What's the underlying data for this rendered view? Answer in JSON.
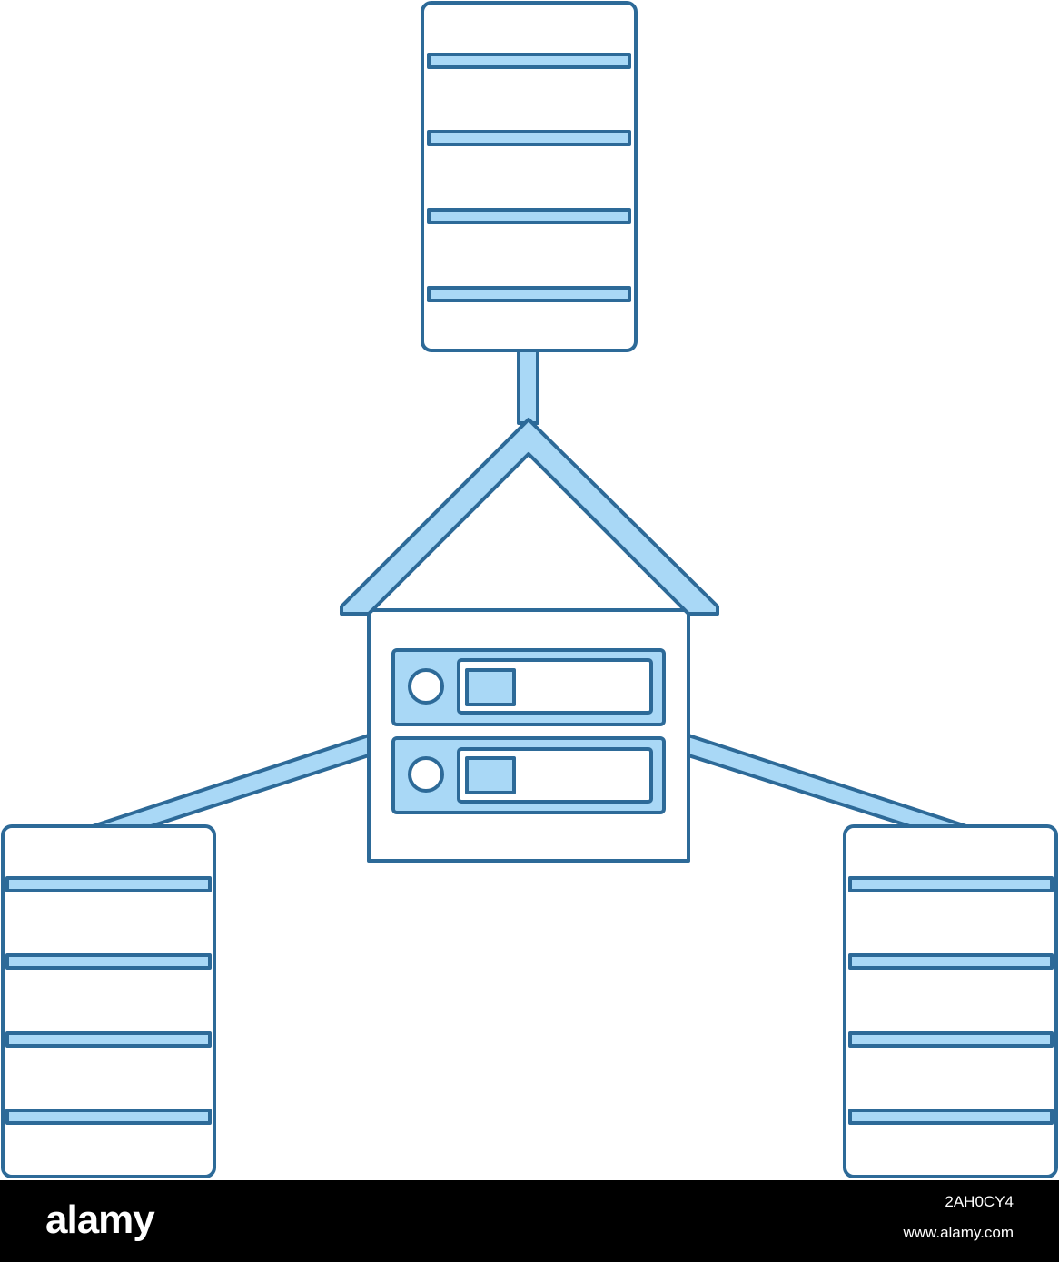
{
  "colors": {
    "stroke": "#2d6a98",
    "fill": "#a9d8f6",
    "background": "#ffffff",
    "footer": "#000000",
    "footer_text": "#ffffff"
  },
  "illustration": {
    "icon": "data-center-network-icon",
    "nodes": [
      "top-server-stack",
      "left-server-stack",
      "right-server-stack",
      "central-data-house"
    ],
    "central_drives": 2
  },
  "footer": {
    "brand": "alamy",
    "image_id": "2AH0CY4",
    "url": "www.alamy.com"
  }
}
